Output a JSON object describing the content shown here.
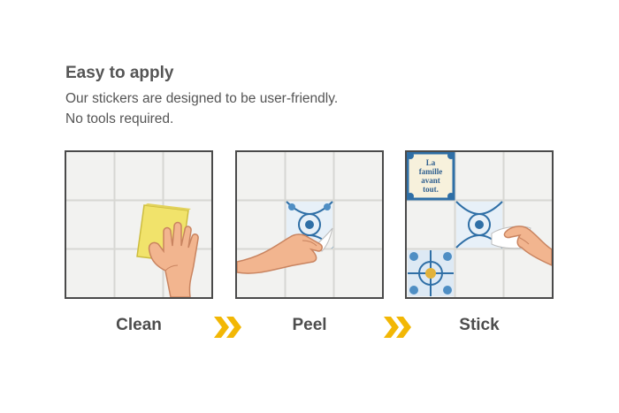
{
  "header": {
    "title": "Easy to apply",
    "line1": "Our stickers are designed to be user-friendly.",
    "line2": "No tools required."
  },
  "steps": [
    {
      "label": "Clean",
      "icon": "hand-wiping-sponge-icon"
    },
    {
      "label": "Peel",
      "icon": "hand-peeling-sticker-icon"
    },
    {
      "label": "Stick",
      "icon": "hand-pressing-sticker-icon"
    }
  ],
  "tile_text": {
    "line1": "La",
    "line2": "famille",
    "line3": "avant",
    "line4": "tout."
  },
  "colors": {
    "arrow": "#f2b705",
    "tile_blue": "#2f6fa6",
    "sponge": "#f1e36b",
    "skin": "#f2b58f"
  }
}
